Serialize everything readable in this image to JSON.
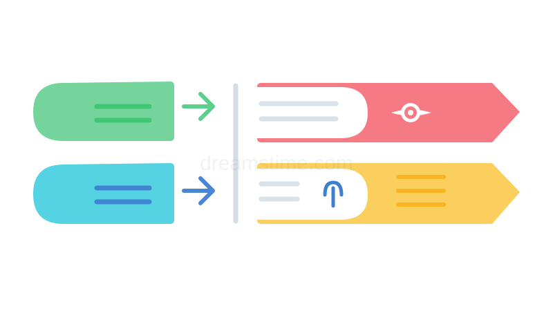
{
  "watermark": {
    "text": "dreamstime.com"
  },
  "colors": {
    "background": "#ffffff",
    "green": "#74d49c",
    "green_lines": "#3fc774",
    "green_arrow": "#5ccf8c",
    "cyan": "#56d3e3",
    "cyan_lines": "#3f84d2",
    "blue_arrow": "#4b86d6",
    "divider": "#d3dde6",
    "red": "#f57a84",
    "red_text_lines": "#d9e1e9",
    "yellow": "#fbcf5e",
    "yellow_lines": "#f9b51f",
    "icon_blue": "#3e7fcf",
    "white": "#ffffff"
  },
  "rows": [
    {
      "left_pill_color": "green",
      "arrow_color": "green_arrow",
      "banner_color": "red",
      "icon": "target-icon"
    },
    {
      "left_pill_color": "cyan",
      "arrow_color": "blue_arrow",
      "banner_color": "yellow",
      "icon": "upload-arrow-icon"
    }
  ]
}
